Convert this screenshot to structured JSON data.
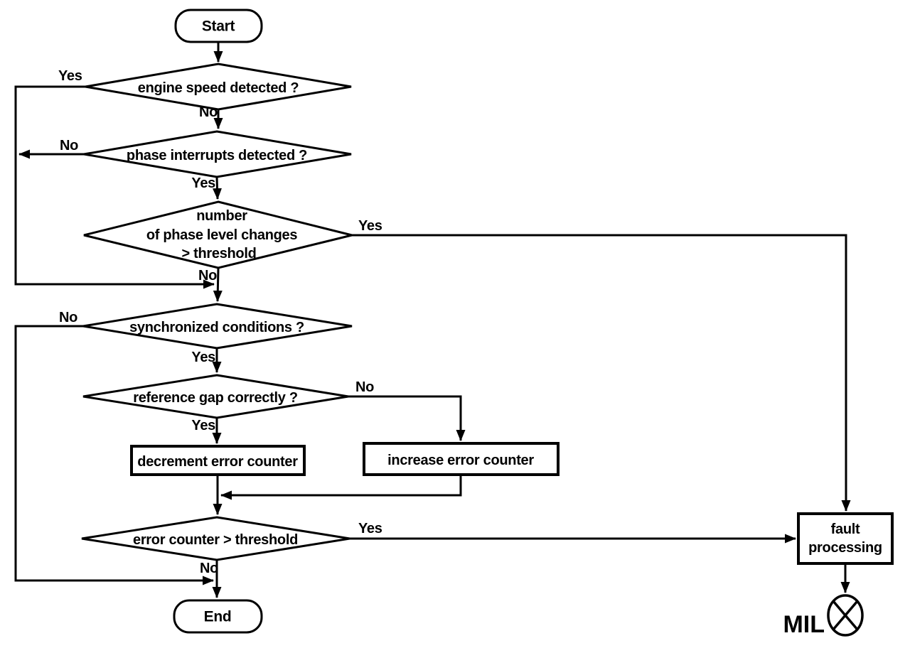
{
  "diagram": {
    "background_color": "#ffffff",
    "line_color": "#000000",
    "type": "flowchart"
  },
  "nodes": {
    "start": {
      "label": "Start"
    },
    "engine_speed": {
      "label": "engine speed detected ?"
    },
    "phase_interrupts": {
      "label": "phase interrupts detected ?"
    },
    "phase_level_changes": {
      "lines": [
        "number",
        "of phase level changes",
        "> threshold"
      ]
    },
    "synchronized": {
      "label": "synchronized conditions ?"
    },
    "reference_gap": {
      "label": "reference gap correctly ?"
    },
    "decrement_counter": {
      "label": "decrement error counter"
    },
    "increase_counter": {
      "label": "increase error counter"
    },
    "error_counter": {
      "label": "error counter > threshold"
    },
    "end": {
      "label": "End"
    },
    "fault_processing": {
      "lines": [
        "fault",
        "processing"
      ]
    },
    "mil": {
      "label": "MIL"
    }
  },
  "edges": {
    "engine_speed_yes": "Yes",
    "engine_speed_no": "No",
    "phase_interrupts_no": "No",
    "phase_interrupts_yes": "Yes",
    "phase_level_changes_yes": "Yes",
    "phase_level_changes_no": "No",
    "synchronized_no": "No",
    "synchronized_yes": "Yes",
    "reference_gap_no": "No",
    "reference_gap_yes": "Yes",
    "error_counter_yes": "Yes",
    "error_counter_no": "No"
  }
}
